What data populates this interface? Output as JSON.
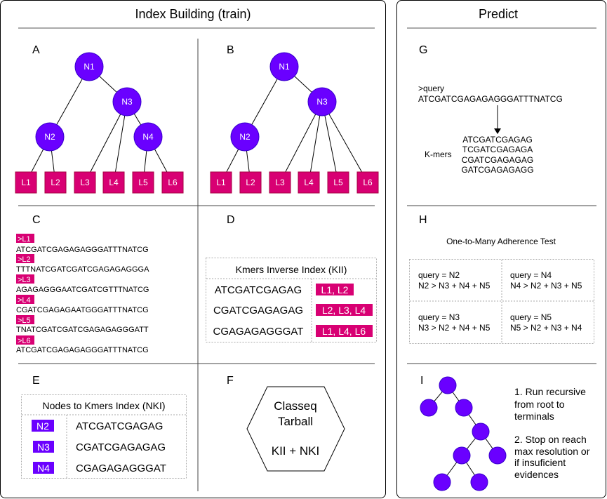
{
  "colors": {
    "node_fill": "#6a00ff",
    "node_stroke": "#3700cc",
    "leaf_fill": "#d80073",
    "leaf_stroke": "#a50040",
    "panel_border": "#000000",
    "divider": "#444444",
    "dashed": "#aaaaaa"
  },
  "index_building": {
    "title": "Index Building (train)"
  },
  "predict": {
    "title": "Predict"
  },
  "panel_labels": {
    "A": "A",
    "B": "B",
    "C": "C",
    "D": "D",
    "E": "E",
    "F": "F",
    "G": "G",
    "H": "H",
    "I": "I"
  },
  "tree_a": {
    "nodes": [
      "N1",
      "N2",
      "N3",
      "N4"
    ],
    "leaves": [
      "L1",
      "L2",
      "L3",
      "L4",
      "L5",
      "L6"
    ]
  },
  "tree_b": {
    "nodes": [
      "N1",
      "N2",
      "N3"
    ],
    "leaves": [
      "L1",
      "L2",
      "L3",
      "L4",
      "L5",
      "L6"
    ]
  },
  "sequences": [
    {
      "label": ">L1",
      "seq": "ATCGATCGAGAGAGGGATTTNATCG"
    },
    {
      "label": ">L2",
      "seq": "TTTNATCGATCGATCGAGAGAGGGA"
    },
    {
      "label": ">L3",
      "seq": "AGAGAGGGAATCGATCGTTTNATCG"
    },
    {
      "label": ">L4",
      "seq": "CGATCGAGAGAATGGGATTTNATCG"
    },
    {
      "label": ">L5",
      "seq": "TNATCGATCGATCGAGAGAGGGATT"
    },
    {
      "label": ">L6",
      "seq": "ATCGATCGAGAGAGGGATTTNATCG"
    }
  ],
  "kii": {
    "title": "Kmers Inverse Index (KII)",
    "rows": [
      {
        "kmer": "ATCGATCGAGAG",
        "leaves": "L1, L2"
      },
      {
        "kmer": "CGATCGAGAGAG",
        "leaves": "L2, L3, L4"
      },
      {
        "kmer": "CGAGAGAGGGAT",
        "leaves": "L1, L4, L6"
      }
    ]
  },
  "nki": {
    "title": "Nodes to Kmers Index (NKI)",
    "rows": [
      {
        "node": "N2",
        "kmer": "ATCGATCGAGAG"
      },
      {
        "node": "N3",
        "kmer": "CGATCGAGAGAG"
      },
      {
        "node": "N4",
        "kmer": "CGAGAGAGGGAT"
      }
    ]
  },
  "tarball": {
    "line1": "Classeq",
    "line2": "Tarball",
    "line3": "KII + NKI"
  },
  "query": {
    "header": ">query",
    "sequence": "ATCGATCGAGAGAGGGATTTNATCG",
    "kmers_label": "K-mers",
    "kmers": [
      "ATCGATCGAGAG",
      "TCGATCGAGAGA",
      "CGATCGAGAGAG",
      "GATCGAGAGAGG"
    ]
  },
  "adherence": {
    "title": "One-to-Many Adherence Test",
    "cells": [
      {
        "line1": "query = N2",
        "line2": "N2 > N3 + N4 + N5"
      },
      {
        "line1": "query = N4",
        "line2": "N4 > N2 + N3 + N5"
      },
      {
        "line1": "query = N3",
        "line2": "N3 > N2 + N4 + N5"
      },
      {
        "line1": "query = N5",
        "line2": "N5 > N2 + N3 + N4"
      }
    ]
  },
  "steps": {
    "step1": [
      "1. Run recursive",
      "from root to",
      "terminals"
    ],
    "step2": [
      "2. Stop on reach",
      "max resolution or",
      "if insuficient",
      "evidences"
    ]
  }
}
